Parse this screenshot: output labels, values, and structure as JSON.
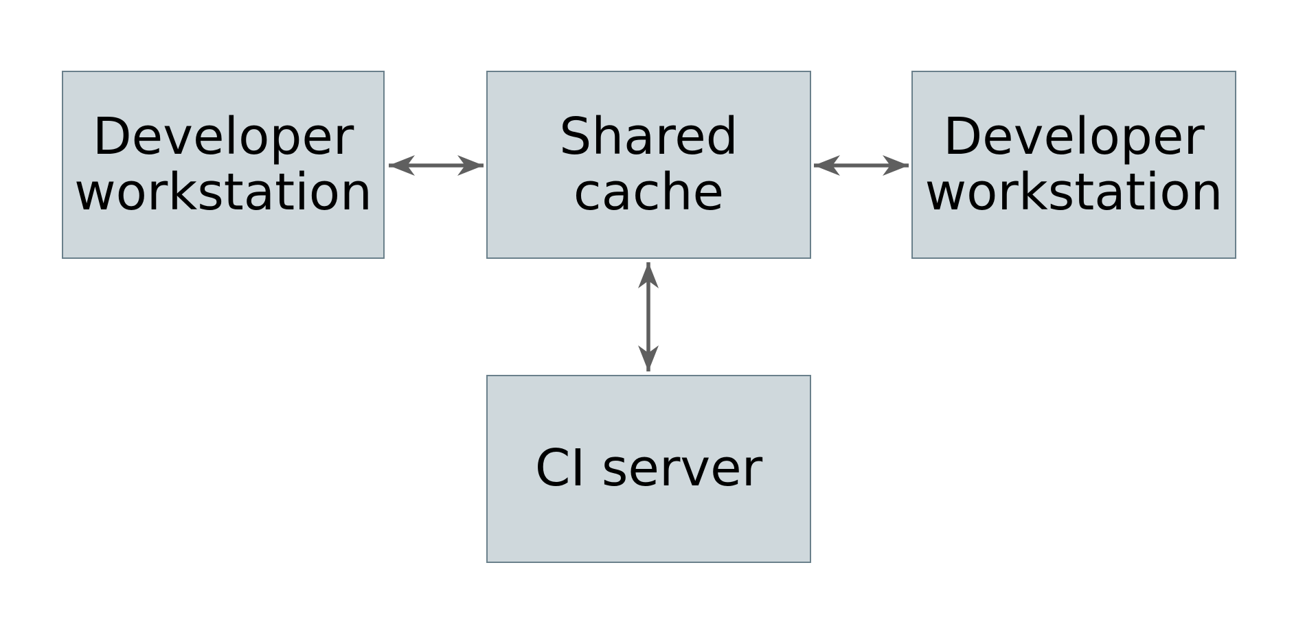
{
  "diagram": {
    "background": "#ffffff",
    "colors": {
      "box_fill": "#cfd8dc",
      "box_border": "#6a808b",
      "arrow": "#5f5f5f",
      "text": "#000000"
    },
    "nodes": [
      {
        "id": "developer-workstation-left",
        "label": "Developer\nworkstation"
      },
      {
        "id": "shared-cache",
        "label": "Shared\ncache"
      },
      {
        "id": "developer-workstation-right",
        "label": "Developer\nworkstation"
      },
      {
        "id": "ci-server",
        "label": "CI server"
      }
    ],
    "connections": [
      {
        "from": "developer-workstation-left",
        "to": "shared-cache",
        "direction": "bidirectional"
      },
      {
        "from": "shared-cache",
        "to": "developer-workstation-right",
        "direction": "bidirectional"
      },
      {
        "from": "shared-cache",
        "to": "ci-server",
        "direction": "bidirectional"
      }
    ]
  }
}
